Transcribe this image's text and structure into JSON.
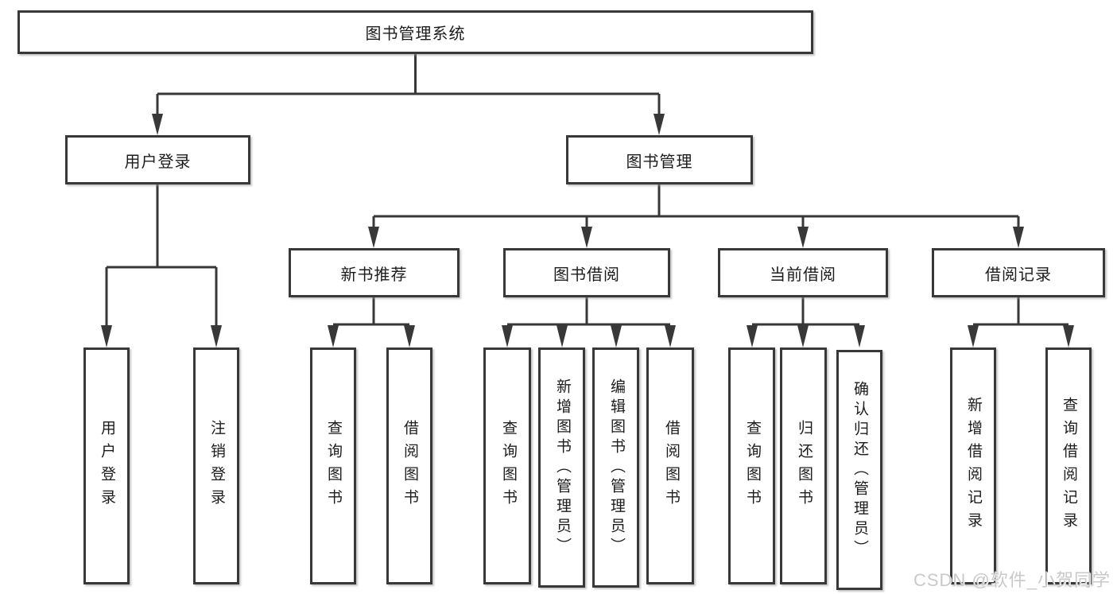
{
  "colors": {
    "line": "#383838",
    "text": "#1c1c1c",
    "watermark": "#c9c9c9"
  },
  "tree": {
    "root": {
      "label": "图书管理系统"
    },
    "branches": [
      {
        "label": "用户登录",
        "children": [
          {
            "label": "用户登录"
          },
          {
            "label": "注销登录"
          }
        ]
      },
      {
        "label": "图书管理",
        "children": [
          {
            "label": "新书推荐",
            "children": [
              {
                "label": "查询图书"
              },
              {
                "label": "借阅图书"
              }
            ]
          },
          {
            "label": "图书借阅",
            "children": [
              {
                "label": "查询图书"
              },
              {
                "label": "新增图书（管理员）"
              },
              {
                "label": "编辑图书（管理员）"
              },
              {
                "label": "借阅图书"
              }
            ]
          },
          {
            "label": "当前借阅",
            "children": [
              {
                "label": "查询图书"
              },
              {
                "label": "归还图书"
              },
              {
                "label": "确认归还（管理员）"
              }
            ]
          },
          {
            "label": "借阅记录",
            "children": [
              {
                "label": "新增借阅记录"
              },
              {
                "label": "查询借阅记录"
              }
            ]
          }
        ]
      }
    ]
  },
  "watermark": {
    "text": "CSDN @软件_小贺同学"
  }
}
